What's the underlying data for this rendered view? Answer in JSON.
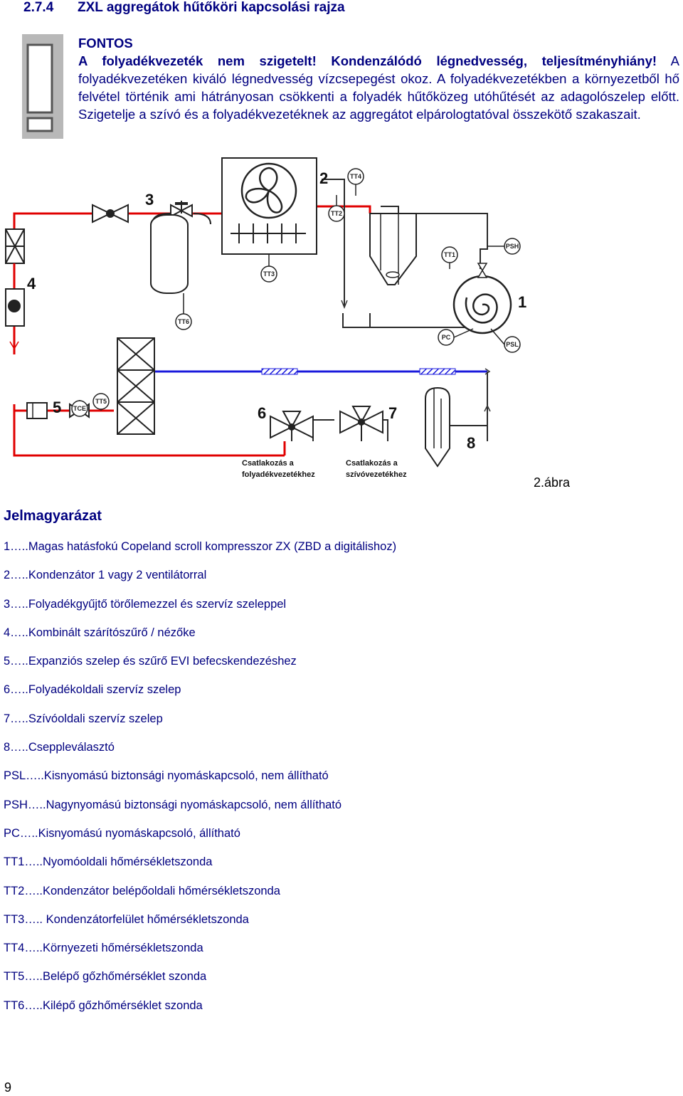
{
  "section": {
    "number": "2.7.4",
    "title": "ZXL aggregátok hűtőköri kapcsolási rajza"
  },
  "warning": {
    "title": "FONTOS",
    "bold_line": "A folyadékvezeték nem szigetelt! Kondenzálódó légnedvesség, teljesítményhiány!",
    "body": " A folyadékvezetéken kiváló légnedvesség vízcsepegést okoz. A folyadékvezetékben a környezetből hő felvétel történik ami hátrányosan csökkenti a folyadék hűtőközeg utóhűtését az adagolószelep előtt. Szigetelje a szívó és a folyadékvezetéknek az aggregátot elpárologtatóval összekötő szakaszait."
  },
  "diagram": {
    "numbers": [
      "1",
      "2",
      "3",
      "4",
      "5",
      "6",
      "7",
      "8"
    ],
    "sensors": [
      "TT1",
      "TT2",
      "TT3",
      "TT4",
      "TT5",
      "TT6",
      "TCE",
      "PSH",
      "PSL",
      "PC"
    ],
    "connection_liquid": [
      "Csatlakozás a",
      "folyadékvezetékhez"
    ],
    "connection_suction": [
      "Csatlakozás a",
      "szívóvezetékhez"
    ],
    "line_colors": {
      "high_pressure": "#e00000",
      "suction": "#1a1adc",
      "mixed": "#2a2a2a"
    }
  },
  "figure_label": "2.ábra",
  "legend_title": "Jelmagyarázat",
  "legend": [
    "1…..Magas hatásfokú Copeland scroll kompresszor ZX (ZBD a digitálishoz)",
    "2…..Kondenzátor 1 vagy 2 ventilátorral",
    "3…..Folyadékgyűjtő törőlemezzel és szervíz szeleppel",
    "4…..Kombinált szárítószűrő / nézőke",
    "5…..Expanziós szelep és szűrő EVI befecskendezéshez",
    "6…..Folyadékoldali szervíz szelep",
    "7…..Szívóoldali szervíz szelep",
    "8…..Cseppleválasztó",
    "PSL…..Kisnyomású biztonsági nyomáskapcsoló, nem állítható",
    "PSH…..Nagynyomású biztonsági nyomáskapcsoló, nem állítható",
    "PC…..Kisnyomású nyomáskapcsoló, állítható",
    "TT1…..Nyomóoldali hőmérsékletszonda",
    "TT2…..Kondenzátor belépőoldali hőmérsékletszonda",
    "TT3….. Kondenzátorfelület hőmérsékletszonda",
    "TT4…..Környezeti hőmérsékletszonda",
    "TT5…..Belépő gőzhőmérséklet szonda",
    "TT6…..Kilépő gőzhőmérséklet szonda"
  ],
  "page_number": "9"
}
